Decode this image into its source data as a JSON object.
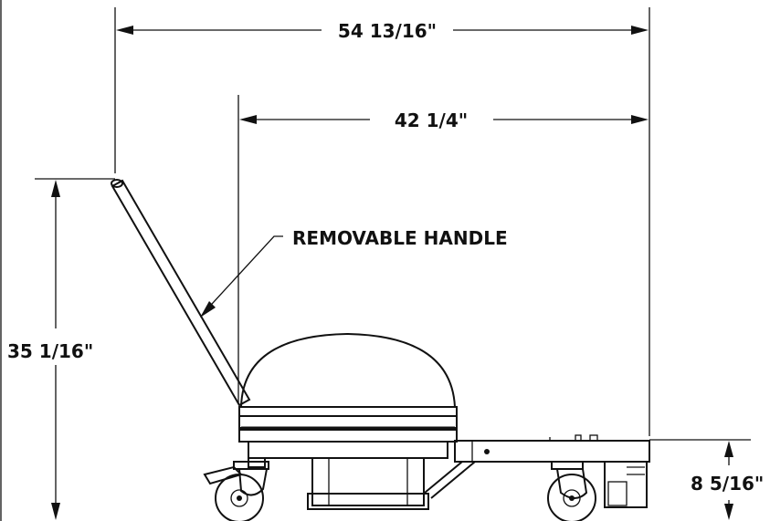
{
  "dimensions": {
    "overall_length": "54 13/16\"",
    "body_length": "42 1/4\"",
    "overall_height": "35 1/16\"",
    "deck_height": "8 5/16\""
  },
  "callouts": {
    "handle": "REMOVABLE HANDLE"
  },
  "colors": {
    "line": "#111111",
    "background": "#ffffff"
  }
}
